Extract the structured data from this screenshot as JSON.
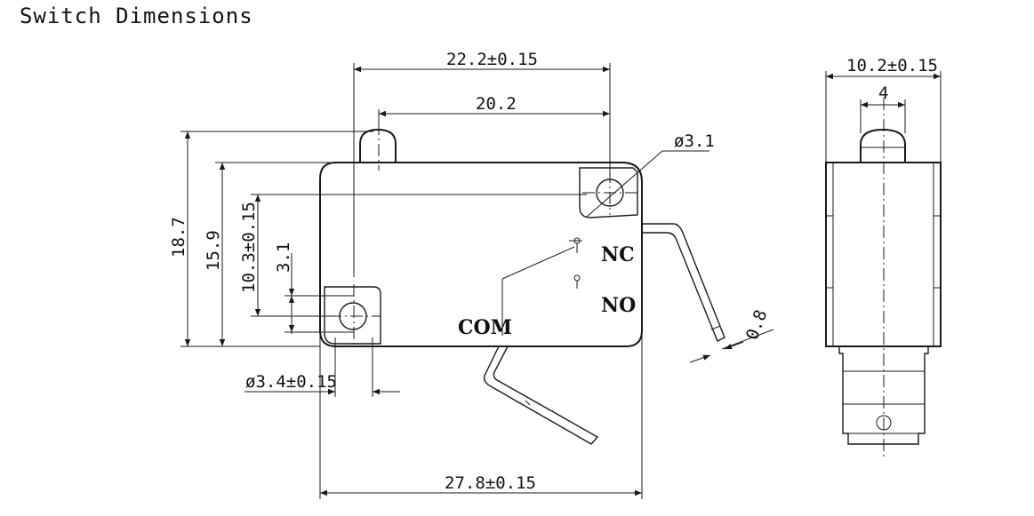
{
  "title": "Switch Dimensions",
  "labels": {
    "nc": "NC",
    "no": "NO",
    "com": "COM"
  },
  "dimensions": {
    "overall_length": "27.8±0.15",
    "pin_span": "22.2±0.15",
    "actuator_offset": "20.2",
    "mount_hole_dia": "ø3.1",
    "com_hole_dia": "ø3.4±0.15",
    "total_height": "18.7",
    "body_height": "15.9",
    "hole_spacing": "10.3±0.15",
    "hole_offset": "3.1",
    "terminal_thickness": "0.8",
    "side_width": "10.2±0.15",
    "side_actuator_width": "4"
  }
}
